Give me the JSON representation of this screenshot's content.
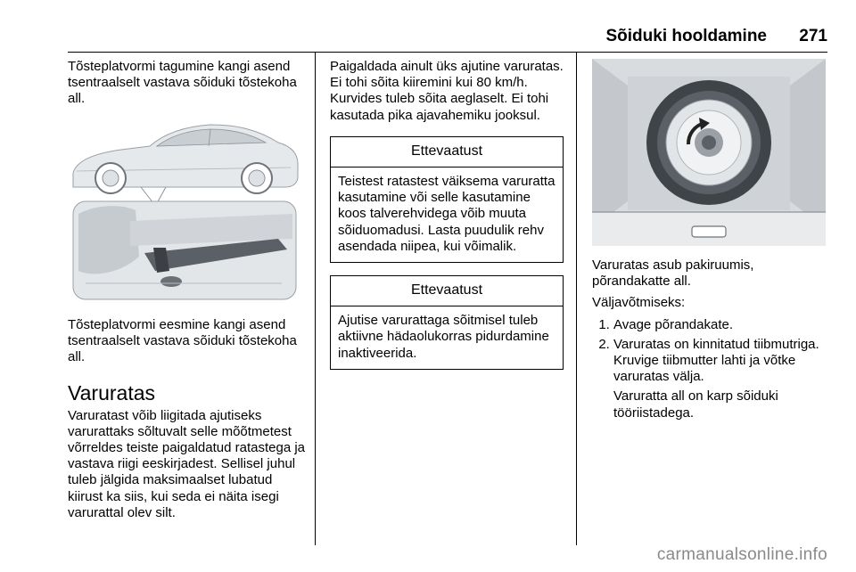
{
  "header": {
    "title": "Sõiduki hooldamine",
    "page_number": "271"
  },
  "col1": {
    "para1": "Tõsteplatvormi tagumine kangi asend tsentraalselt vastava sõiduki tõstekoha all.",
    "para2": "Tõsteplatvormi eesmine kangi asend tsentraalselt vastava sõiduki tõstekoha all.",
    "section_title": "Varuratas",
    "para3": "Varuratast võib liigitada ajutiseks varurattaks sõltuvalt selle mõõtmetest võrreldes teiste paigaldatud ratastega ja vastava riigi eeskirjadest. Sellisel juhul tuleb jälgida maksimaalset lubatud kiirust ka siis, kui seda ei näita isegi varurattal olev silt."
  },
  "col2": {
    "para1": "Paigaldada ainult üks ajutine varuratas. Ei tohi sõita kiiremini kui 80 km/h. Kurvides tuleb sõita aeglaselt. Ei tohi kasutada pika ajavahemiku jooksul.",
    "caution1_title": "Ettevaatust",
    "caution1_text": "Teistest ratastest väiksema varuratta kasutamine või selle kasutamine koos talverehvidega võib muuta sõiduomadusi. Lasta puudulik rehv asendada niipea, kui võimalik.",
    "caution2_title": "Ettevaatust",
    "caution2_text": "Ajutise varurattaga sõitmisel tuleb aktiivne hädaolukorras pidurdamine inaktiveerida."
  },
  "col3": {
    "para1": "Varuratas asub pakiruumis, põrandakatte all.",
    "para2": "Väljavõtmiseks:",
    "steps": [
      "Avage põrandakate.",
      "Varuratas on kinnitatud tiibmutriga. Kruvige tiibmutter lahti ja võtke varuratas välja."
    ],
    "note": "Varuratta all on karp sõiduki tööriistadega."
  },
  "watermark": "carmanualsonline.info"
}
